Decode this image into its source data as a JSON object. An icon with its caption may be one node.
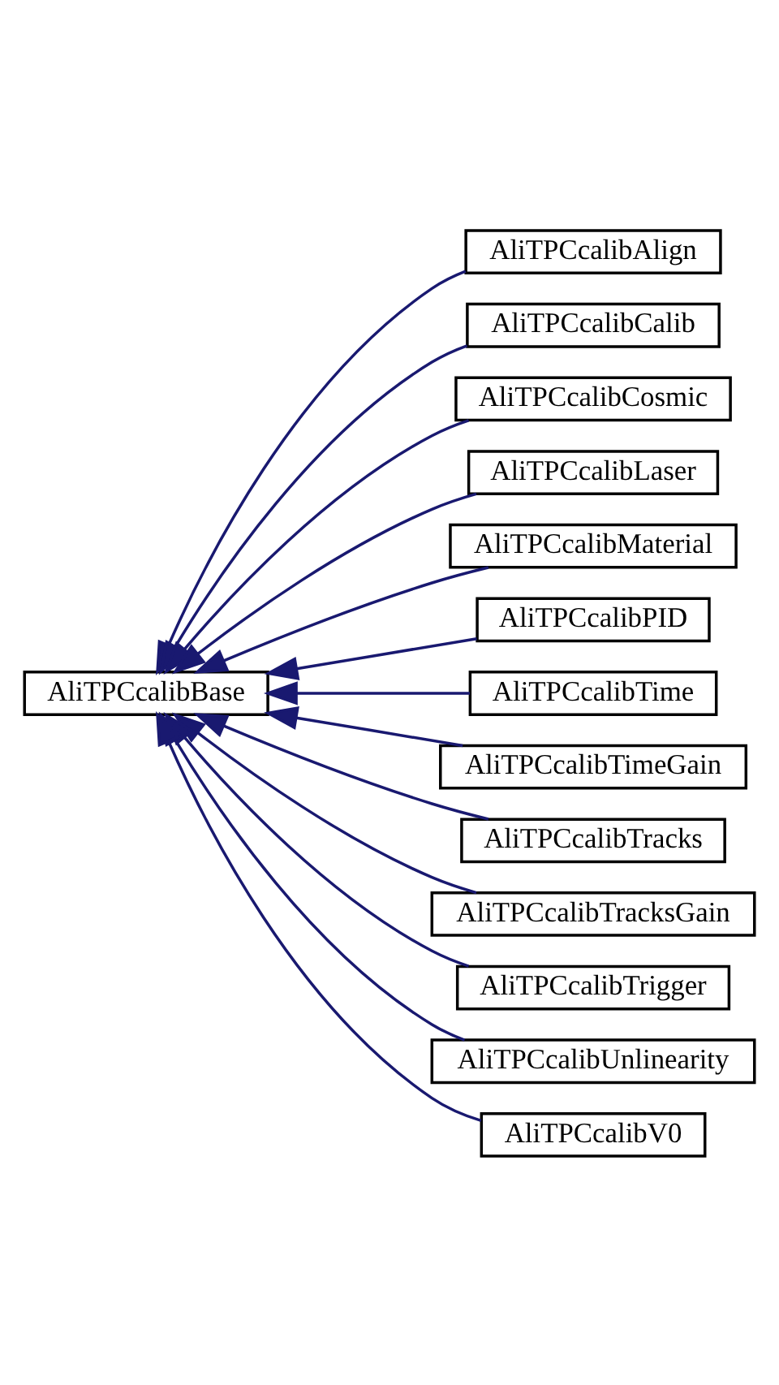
{
  "diagram": {
    "nodes": [
      {
        "text": [
          "AliTPCcalibBase"
        ]
      },
      {
        "text": [
          "AliTPCcalibAlign"
        ]
      },
      {
        "text": [
          "AliTPCcalibCalib"
        ]
      },
      {
        "text": [
          "AliTPCcalibCosmic"
        ]
      },
      {
        "text": [
          "AliTPCcalibLaser"
        ]
      },
      {
        "text": [
          "AliTPCcalibMaterial"
        ]
      },
      {
        "text": [
          "AliTPCcalibPID"
        ]
      },
      {
        "text": [
          "AliTPCcalibTime"
        ]
      },
      {
        "text": [
          "AliTPCcalibTimeGain"
        ]
      },
      {
        "text": [
          "AliTPCcalibTracks"
        ]
      },
      {
        "text": [
          "AliTPCcalibTracksGain"
        ]
      },
      {
        "text": [
          "AliTPCcalibTrigger"
        ]
      },
      {
        "text": [
          "AliTPCcalibUnlinearity"
        ]
      },
      {
        "text": [
          "AliTPCcalibV0"
        ]
      }
    ],
    "edges": [
      {
        "from": 1,
        "to": 0,
        "arrow": "to",
        "color": "#191970"
      },
      {
        "from": 2,
        "to": 0,
        "arrow": "to",
        "color": "#191970"
      },
      {
        "from": 3,
        "to": 0,
        "arrow": "to",
        "color": "#191970"
      },
      {
        "from": 4,
        "to": 0,
        "arrow": "to",
        "color": "#191970"
      },
      {
        "from": 5,
        "to": 0,
        "arrow": "to",
        "color": "#191970"
      },
      {
        "from": 6,
        "to": 0,
        "arrow": "to",
        "color": "#191970"
      },
      {
        "from": 7,
        "to": 0,
        "arrow": "to",
        "color": "#191970"
      },
      {
        "from": 8,
        "to": 0,
        "arrow": "to",
        "color": "#191970"
      },
      {
        "from": 9,
        "to": 0,
        "arrow": "to",
        "color": "#191970"
      },
      {
        "from": 10,
        "to": 0,
        "arrow": "to",
        "color": "#191970"
      },
      {
        "from": 11,
        "to": 0,
        "arrow": "to",
        "color": "#191970"
      },
      {
        "from": 12,
        "to": 0,
        "arrow": "to",
        "color": "#191970"
      },
      {
        "from": 13,
        "to": 0,
        "arrow": "to",
        "color": "#191970"
      }
    ]
  }
}
